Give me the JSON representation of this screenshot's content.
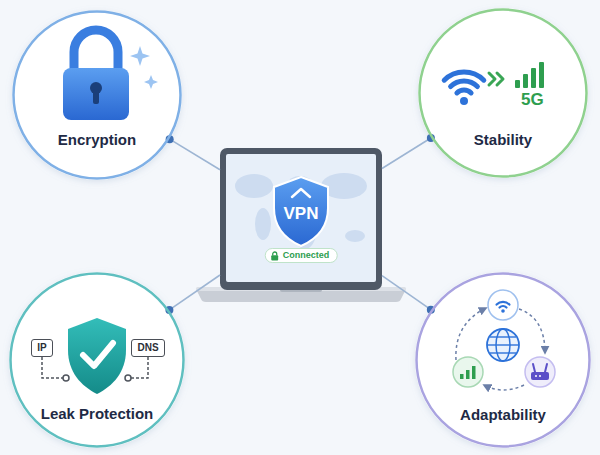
{
  "diagram": {
    "nodes": [
      {
        "text": [
          "Encryption"
        ]
      },
      {
        "text": [
          "Stability"
        ]
      },
      {
        "text": [
          "VPN",
          "Connected"
        ]
      },
      {
        "text": [
          "Leak Protection"
        ]
      },
      {
        "text": [
          "IP"
        ],
        "in": 3
      },
      {
        "text": [
          "DNS"
        ],
        "in": 3
      },
      {
        "text": [
          "Adaptability"
        ]
      }
    ],
    "edges": [
      {
        "from": 0,
        "to": 2,
        "arrow": "none"
      },
      {
        "from": 1,
        "to": 2,
        "arrow": "none"
      },
      {
        "from": 3,
        "to": 2,
        "arrow": "none"
      },
      {
        "from": 6,
        "to": 2,
        "arrow": "none"
      }
    ],
    "labels": [
      "5G"
    ]
  }
}
